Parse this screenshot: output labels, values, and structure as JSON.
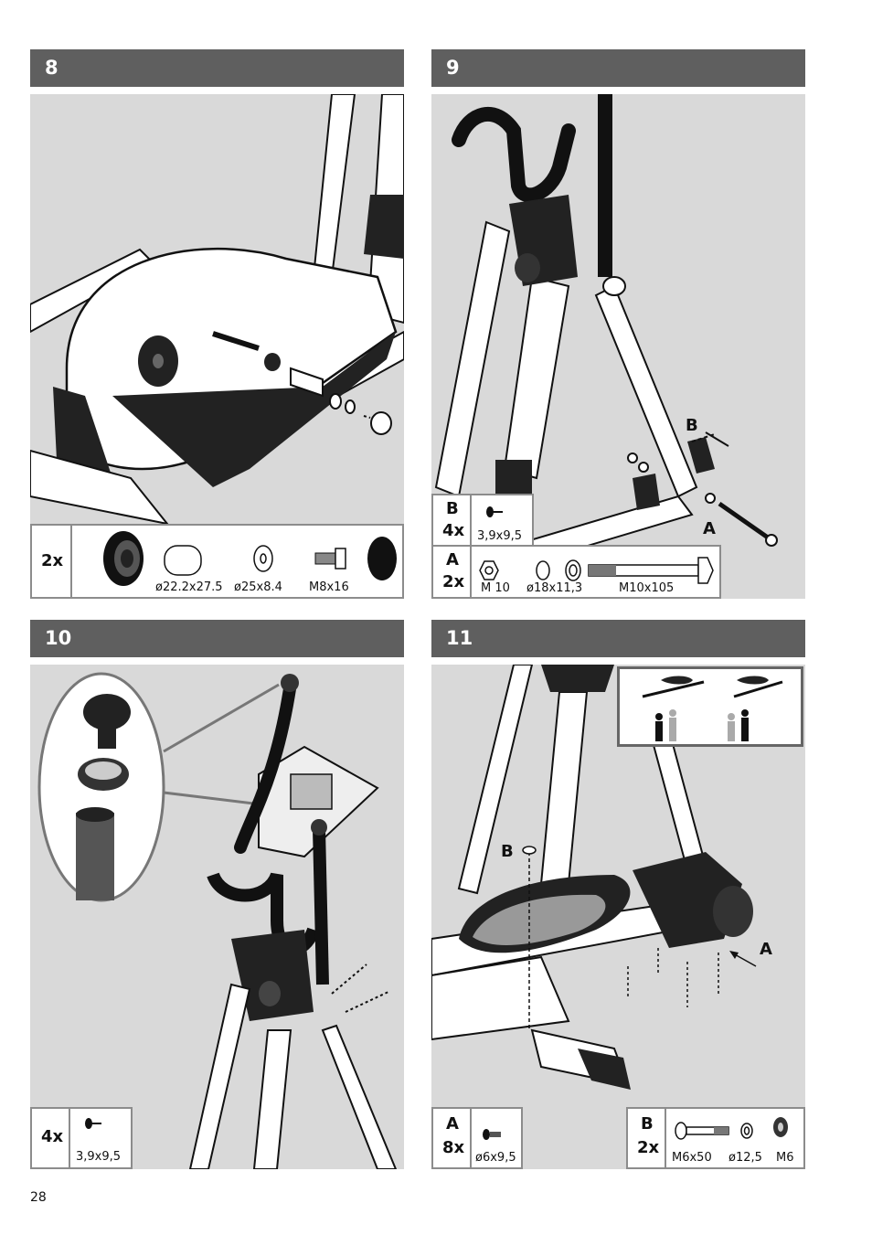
{
  "steps": [
    {
      "number": "8",
      "parts": [
        {
          "qty": "2x"
        },
        {
          "label": "ø22.2x27.5"
        },
        {
          "label": "ø25x8.4"
        },
        {
          "label": "M8x16"
        }
      ]
    },
    {
      "number": "9",
      "callouts": [
        "B",
        "A"
      ],
      "parts_b": {
        "letter": "B",
        "qty": "4x",
        "label": "3,9x9,5"
      },
      "parts_a": {
        "letter": "A",
        "qty": "2x",
        "labels": [
          "M 10",
          "ø18x11,3",
          "M10x105"
        ]
      }
    },
    {
      "number": "10",
      "parts": {
        "qty": "4x",
        "label": "3,9x9,5"
      }
    },
    {
      "number": "11",
      "callouts": [
        "B",
        "A"
      ],
      "parts_a": {
        "letter": "A",
        "qty": "8x",
        "label": "ø6x9,5"
      },
      "parts_b": {
        "letter": "B",
        "qty": "2x",
        "labels": [
          "M6x50",
          "ø12,5",
          "M6"
        ]
      }
    }
  ],
  "page_number": "28"
}
